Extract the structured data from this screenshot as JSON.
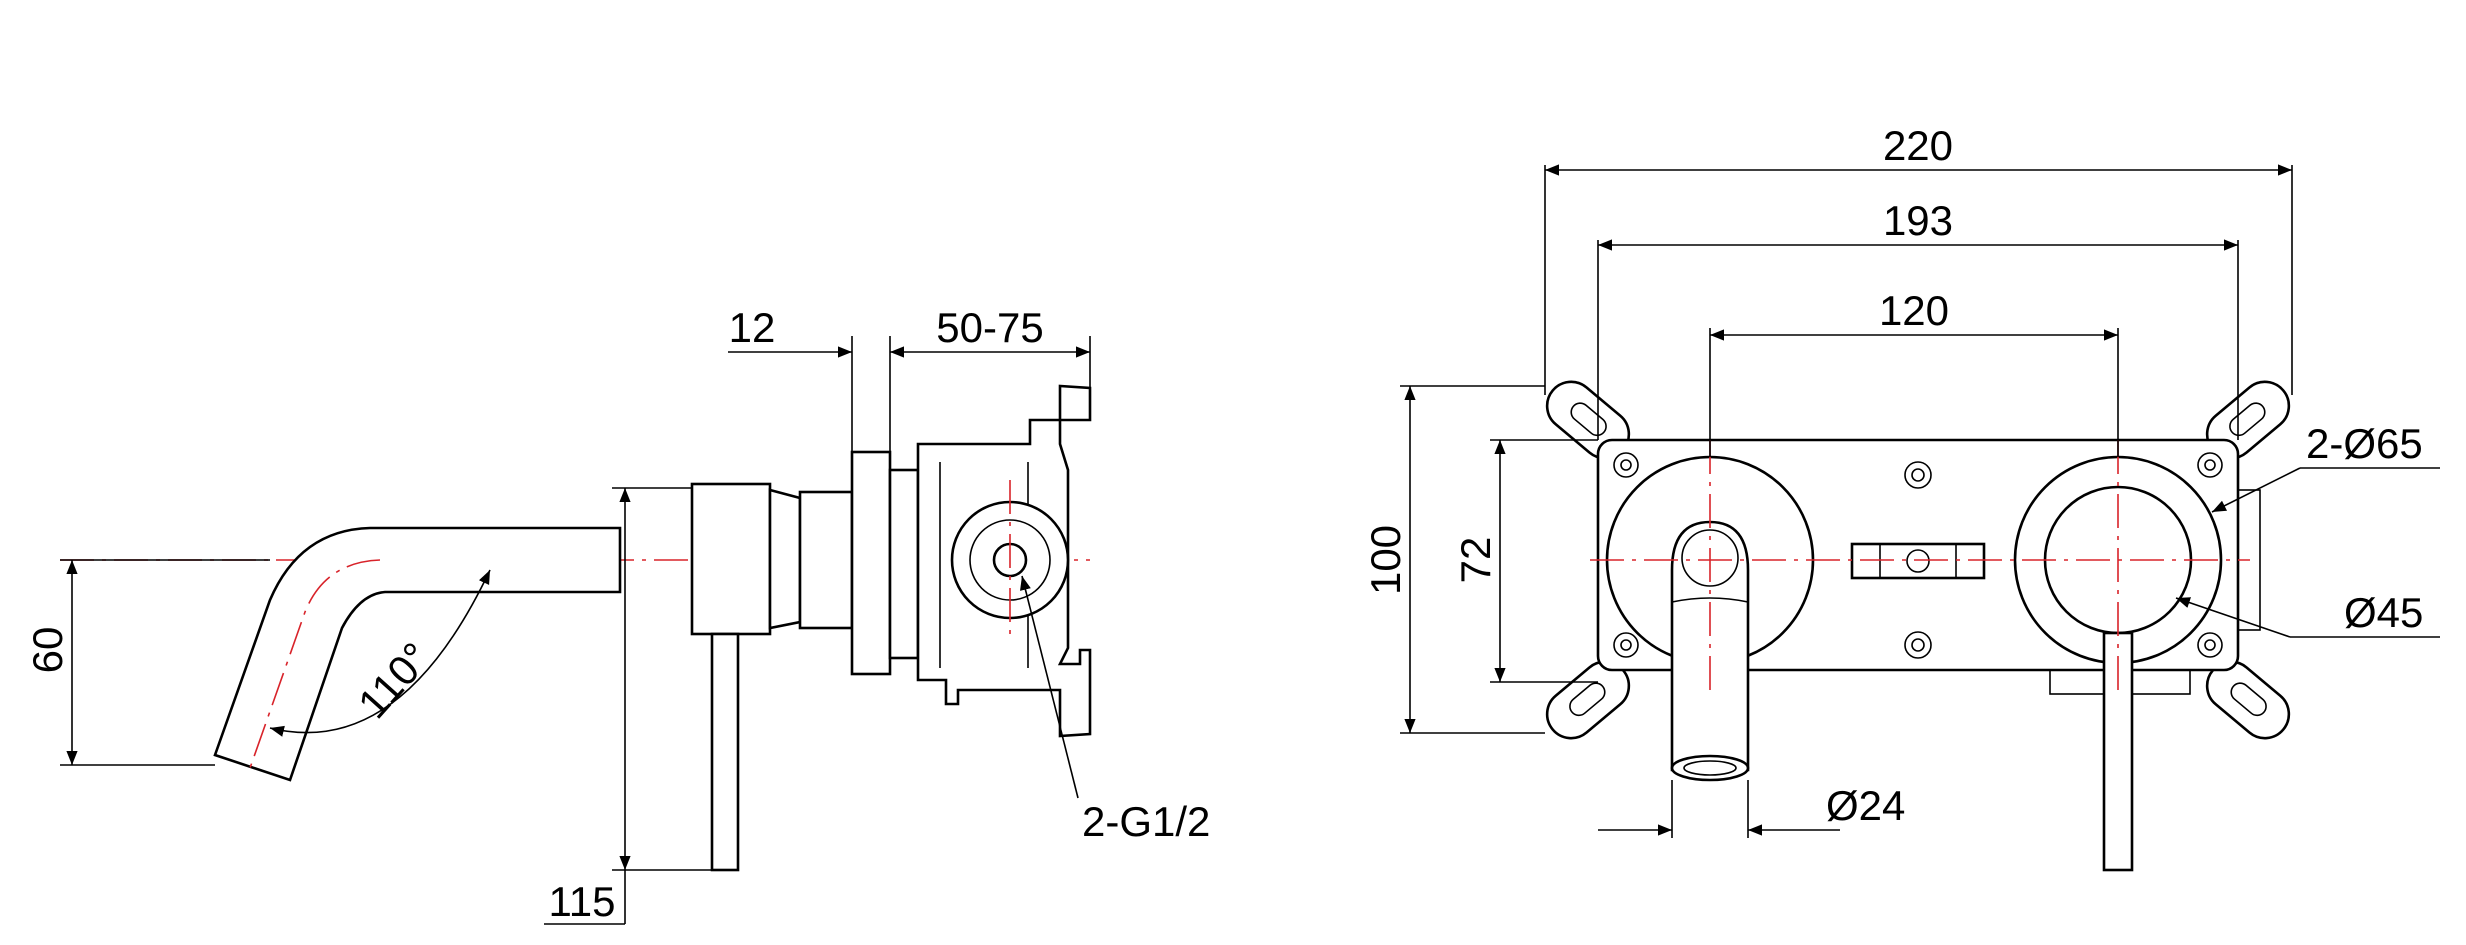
{
  "dimensions": {
    "d12": "12",
    "d50_75": "50-75",
    "d60": "60",
    "d110": "110°",
    "d115": "115",
    "d_g12": "2-G1/2",
    "d220": "220",
    "d193": "193",
    "d120": "120",
    "d100": "100",
    "d72": "72",
    "d_o65": "2-Ø65",
    "d_o45": "Ø45",
    "d_o24": "Ø24"
  },
  "colors": {
    "line": "#000000",
    "centerline": "#d8232a",
    "background": "#ffffff"
  }
}
